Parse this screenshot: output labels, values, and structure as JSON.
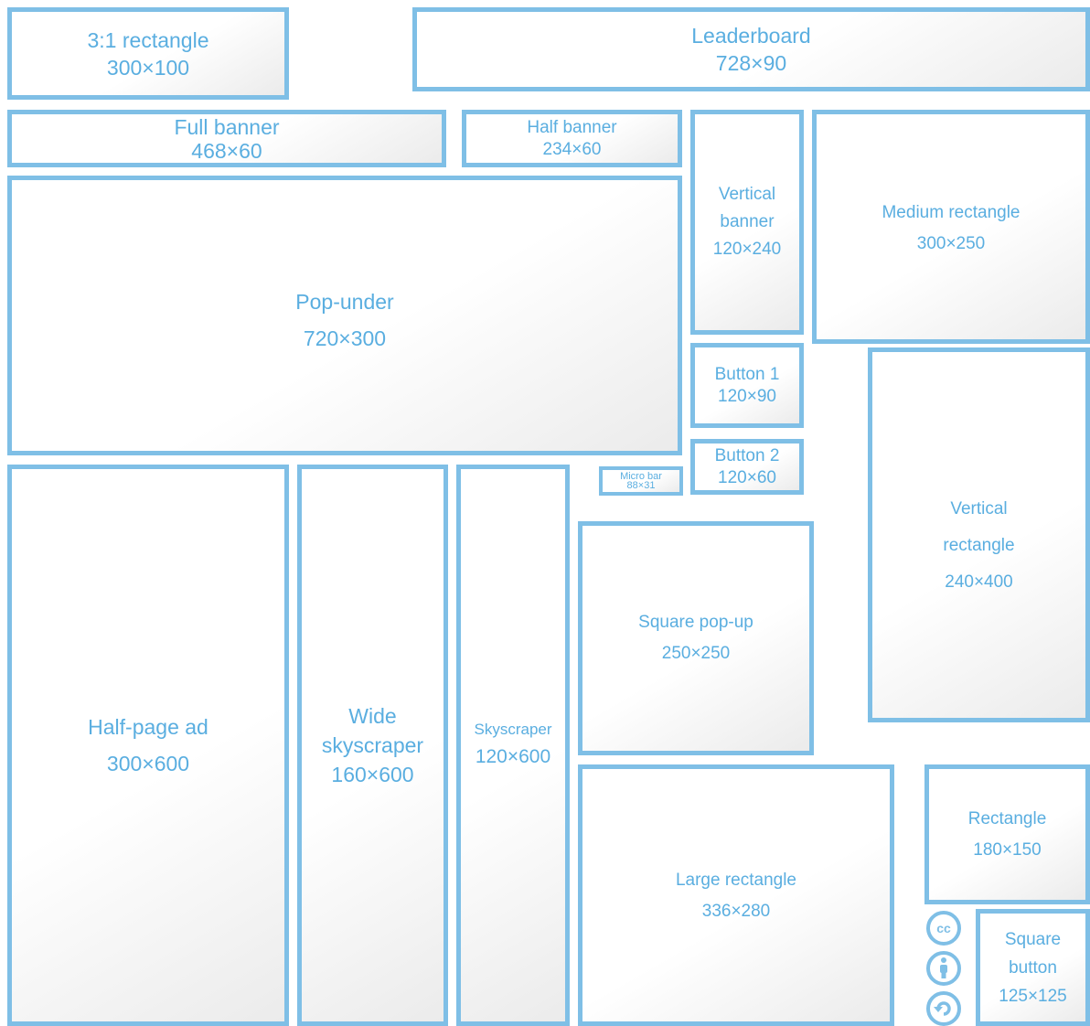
{
  "ad_sizes": {
    "rect_3_1": {
      "label": "3:1 rectangle",
      "dims": "300×100"
    },
    "leaderboard": {
      "label": "Leaderboard",
      "dims": "728×90"
    },
    "full_banner": {
      "label": "Full banner",
      "dims": "468×60"
    },
    "half_banner": {
      "label": "Half banner",
      "dims": "234×60"
    },
    "vertical_banner": {
      "label": "Vertical banner",
      "dims": "120×240"
    },
    "medium_rect": {
      "label": "Medium rectangle",
      "dims": "300×250"
    },
    "pop_under": {
      "label": "Pop-under",
      "dims": "720×300"
    },
    "button_1": {
      "label": "Button 1",
      "dims": "120×90"
    },
    "button_2": {
      "label": "Button 2",
      "dims": "120×60"
    },
    "micro_bar": {
      "label": "Micro bar",
      "dims": "88×31"
    },
    "vertical_rect": {
      "label": "Vertical rectangle",
      "dims": "240×400"
    },
    "half_page": {
      "label": "Half-page ad",
      "dims": "300×600"
    },
    "wide_sky": {
      "label": "Wide skyscraper",
      "dims": "160×600"
    },
    "skyscraper": {
      "label": "Skyscraper",
      "dims": "120×600"
    },
    "square_popup": {
      "label": "Square pop-up",
      "dims": "250×250"
    },
    "large_rect": {
      "label": "Large rectangle",
      "dims": "336×280"
    },
    "rectangle": {
      "label": "Rectangle",
      "dims": "180×150"
    },
    "square_button": {
      "label": "Square button",
      "dims": "125×125"
    }
  },
  "license_icons": [
    "cc-icon",
    "attribution-icon",
    "share-alike-icon"
  ],
  "colors": {
    "border": "#7fbfe6",
    "text": "#5aaee0"
  }
}
